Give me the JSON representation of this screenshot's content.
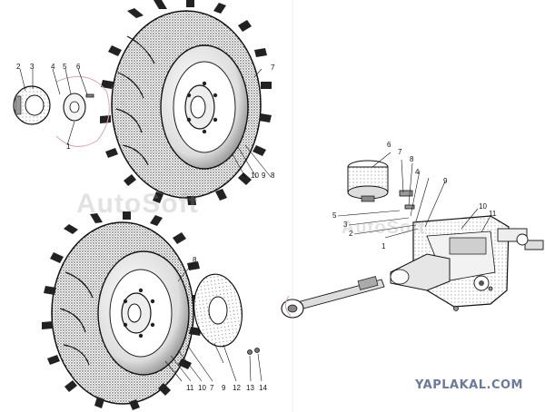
{
  "watermarks": {
    "autosoft_1": "AutoSoft",
    "autosoft_2": "AutoSoft",
    "site": "YAPLAKAL.COM"
  },
  "colors": {
    "ink": "#1a1a1a",
    "site_text": "#6b7a9a",
    "boundary": "#d9a3b3"
  },
  "callouts": {
    "top_assembly": [
      "1",
      "2",
      "3",
      "4",
      "5",
      "6",
      "7",
      "8",
      "9",
      "10"
    ],
    "bottom_assembly": [
      "7",
      "8",
      "9",
      "10",
      "11",
      "12",
      "13",
      "14"
    ],
    "gearbox": [
      "1",
      "2",
      "3",
      "4",
      "5",
      "6",
      "7",
      "8",
      "9",
      "10",
      "11"
    ]
  }
}
